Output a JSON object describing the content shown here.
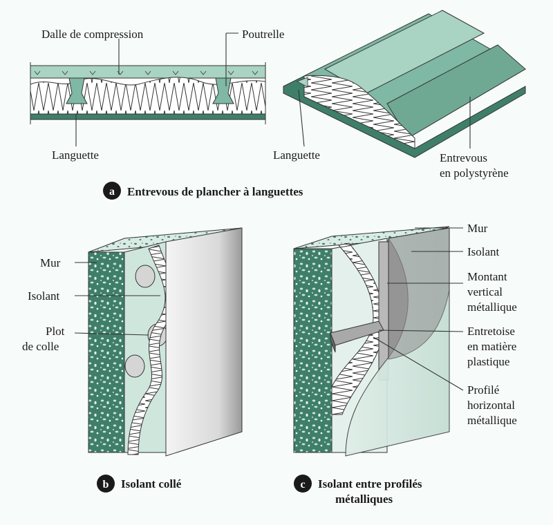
{
  "panel_a": {
    "badge": "a",
    "caption": "Entrevous de plancher à languettes",
    "labels": {
      "dalle": "Dalle de compression",
      "poutrelle": "Poutrelle",
      "languette_left": "Languette",
      "languette_right": "Languette",
      "entrevous_1": "Entrevous",
      "entrevous_2": "en polystyrène"
    }
  },
  "panel_b": {
    "badge": "b",
    "caption": "Isolant collé",
    "labels": {
      "mur": "Mur",
      "isolant": "Isolant",
      "plot_1": "Plot",
      "plot_2": "de colle"
    }
  },
  "panel_c": {
    "badge": "c",
    "caption_1": "Isolant entre profilés",
    "caption_2": "métalliques",
    "labels": {
      "mur": "Mur",
      "isolant": "Isolant",
      "montant_1": "Montant",
      "montant_2": "vertical",
      "montant_3": "métallique",
      "entretoise_1": "Entretoise",
      "entretoise_2": "en matière",
      "entretoise_3": "plastique",
      "profile_1": "Profilé",
      "profile_2": "horizontal",
      "profile_3": "métallique"
    }
  },
  "colors": {
    "concrete": "#3f7f6a",
    "green_light": "#a9d3c3",
    "green_mid": "#7fb8a4",
    "panel_bg": "#edf5f1",
    "badge": "#1a1a1a"
  }
}
